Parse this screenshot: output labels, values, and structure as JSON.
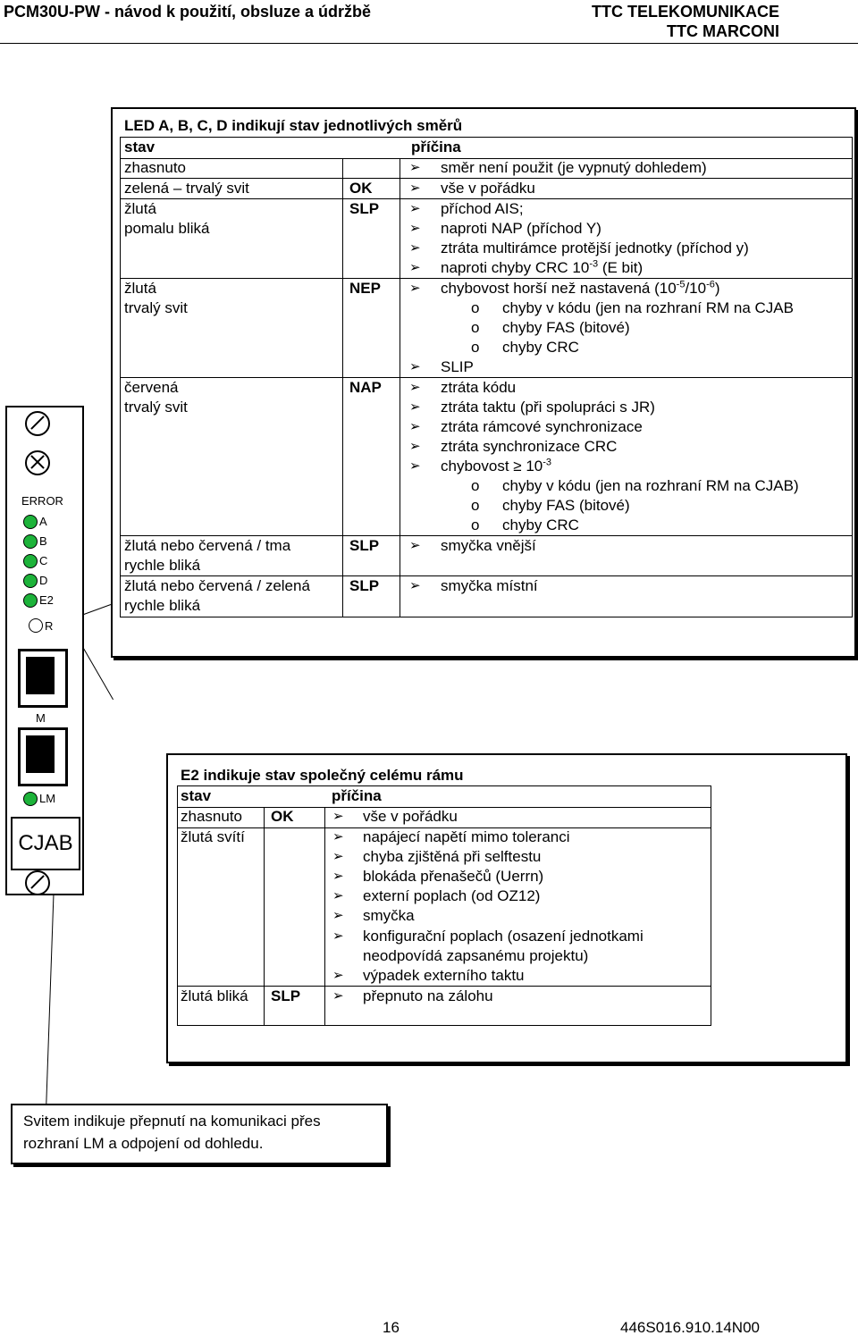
{
  "header": {
    "left": "PCM30U-PW  - návod k použití, obsluze a údržbě",
    "right1": "TTC TELEKOMUNIKACE",
    "right2": "TTC MARCONI"
  },
  "panel": {
    "labels": [
      "ERROR",
      "A",
      "B",
      "C",
      "D",
      "E2",
      "R",
      "M",
      "LM"
    ],
    "name": "CJAB"
  },
  "box1": {
    "title": "LED A, B, C, D indikují stav jednotlivých směrů",
    "col_stav": "stav",
    "col_pricina": "příčina",
    "r1_stav": "zhasnuto",
    "r1_c1": "směr není použit (je vypnutý dohledem)",
    "r2_stav": "zelená – trvalý svit",
    "r2_code": "OK",
    "r2_c1": "vše v pořádku",
    "r3_stav1": "žlutá",
    "r3_stav2": "pomalu bliká",
    "r3_code": "SLP",
    "r3_c1": "příchod AIS;",
    "r3_c2": "naproti NAP (příchod Y)",
    "r3_c3": "ztráta multirámce protější jednotky (příchod y)",
    "r3_c4a": "naproti chyby CRC 10",
    "r3_c4sup": "-3",
    "r3_c4b": " (E bit)",
    "r4_stav1": "žlutá",
    "r4_stav2": "trvalý svit",
    "r4_code": "NEP",
    "r4_c1a": "chybovost horší než nastavená (10",
    "r4_c1sup1": "-5",
    "r4_c1m": "/10",
    "r4_c1sup2": "-6",
    "r4_c1b": ")",
    "r4_s1": "chyby v kódu (jen na rozhraní RM na CJAB",
    "r4_s2": "chyby FAS (bitové)",
    "r4_s3": "chyby CRC",
    "r4_c2": "SLIP",
    "r5_stav1": "červená",
    "r5_stav2": "trvalý svit",
    "r5_code": "NAP",
    "r5_c1": "ztráta kódu",
    "r5_c2": "ztráta taktu (při spolupráci s JR)",
    "r5_c3": "ztráta rámcové synchronizace",
    "r5_c4": "ztráta synchronizace CRC",
    "r5_c5a": "chybovost ≥ 10",
    "r5_c5sup": "-3",
    "r5_s1": "chyby v kódu (jen na rozhraní RM na CJAB)",
    "r5_s2": "chyby FAS (bitové)",
    "r5_s3": "chyby CRC",
    "r6_stav1": "žlutá nebo červená / tma",
    "r6_stav2": "rychle bliká",
    "r6_code": "SLP",
    "r6_c1": "smyčka vnější",
    "r7_stav1": "žlutá nebo červená / zelená",
    "r7_stav2": "rychle bliká",
    "r7_code": "SLP",
    "r7_c1": "smyčka místní",
    "sub_bullet": "o"
  },
  "box2": {
    "title": "E2 indikuje stav společný celému rámu",
    "col_stav": "stav",
    "col_pricina": "příčina",
    "r1_stav": "zhasnuto",
    "r1_code": "OK",
    "r1_c1": "vše v pořádku",
    "r2_stav": "žlutá svítí",
    "r2_c1": "napájecí napětí mimo toleranci",
    "r2_c2": "chyba zjištěná při selftestu",
    "r2_c3": "blokáda přenašečů (Uerrn)",
    "r2_c4": "externí poplach (od OZ12)",
    "r2_c5": "smyčka",
    "r2_c6a": "konfigurační poplach (osazení jednotkami",
    "r2_c6b": "neodpovídá zapsanému projektu)",
    "r2_c7": "výpadek externího taktu",
    "r3_stav": "žlutá bliká",
    "r3_code": "SLP",
    "r3_c1": "přepnuto na zálohu"
  },
  "box3": {
    "line1": "Svitem indikuje přepnutí na komunikaci přes",
    "line2": "rozhraní LM a odpojení od dohledu."
  },
  "footer": {
    "page": "16",
    "doc": "446S016.910.14N00"
  }
}
